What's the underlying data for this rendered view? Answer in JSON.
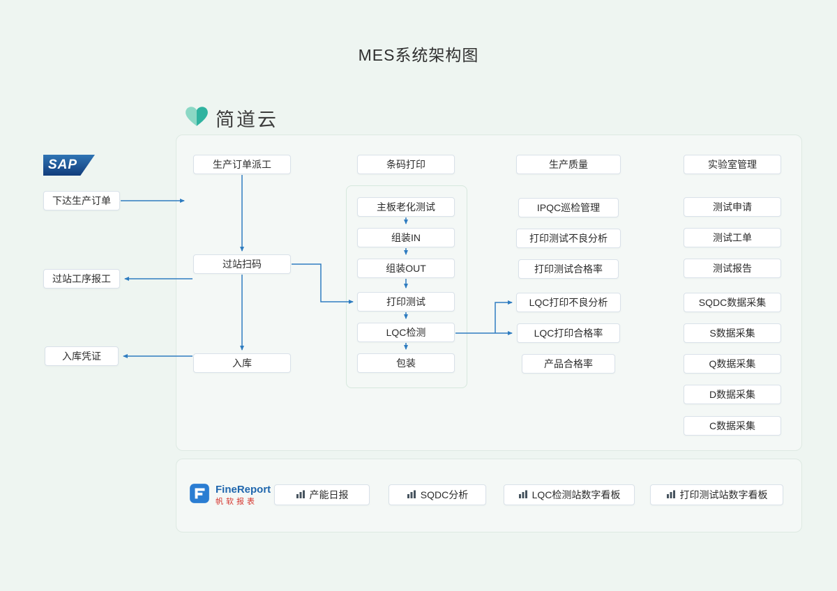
{
  "title": "MES系统架构图",
  "logos": {
    "jiandaoyun": "简道云",
    "sap": "SAP",
    "finereport_name": "FineReport",
    "finereport_sub": "帆软报表"
  },
  "left_nodes": [
    "下达生产订单",
    "过站工序报工",
    "入库凭证"
  ],
  "col1": [
    "生产订单派工",
    "过站扫码",
    "入库"
  ],
  "col2": {
    "header": "条码打印",
    "flow": [
      "主板老化测试",
      "组装IN",
      "组装OUT",
      "打印测试",
      "LQC检测",
      "包装"
    ]
  },
  "col3": {
    "header": "生产质量",
    "items": [
      "IPQC巡检管理",
      "打印测试不良分析",
      "打印测试合格率",
      "LQC打印不良分析",
      "LQC打印合格率",
      "产品合格率"
    ]
  },
  "col4": {
    "header": "实验室管理",
    "items": [
      "测试申请",
      "测试工单",
      "测试报告",
      "SQDC数据采集",
      "S数据采集",
      "Q数据采集",
      "D数据采集",
      "C数据采集"
    ]
  },
  "reports": [
    "产能日报",
    "SQDC分析",
    "LQC检测站数字看板",
    "打印测试站数字看板"
  ],
  "colors": {
    "background": "#eef5f1",
    "arrow": "#2e7cc0",
    "accent_teal": "#2fb3a0",
    "sap_blue": "#123d7c",
    "finereport_blue": "#1f66ad",
    "finereport_red": "#d5342c"
  }
}
